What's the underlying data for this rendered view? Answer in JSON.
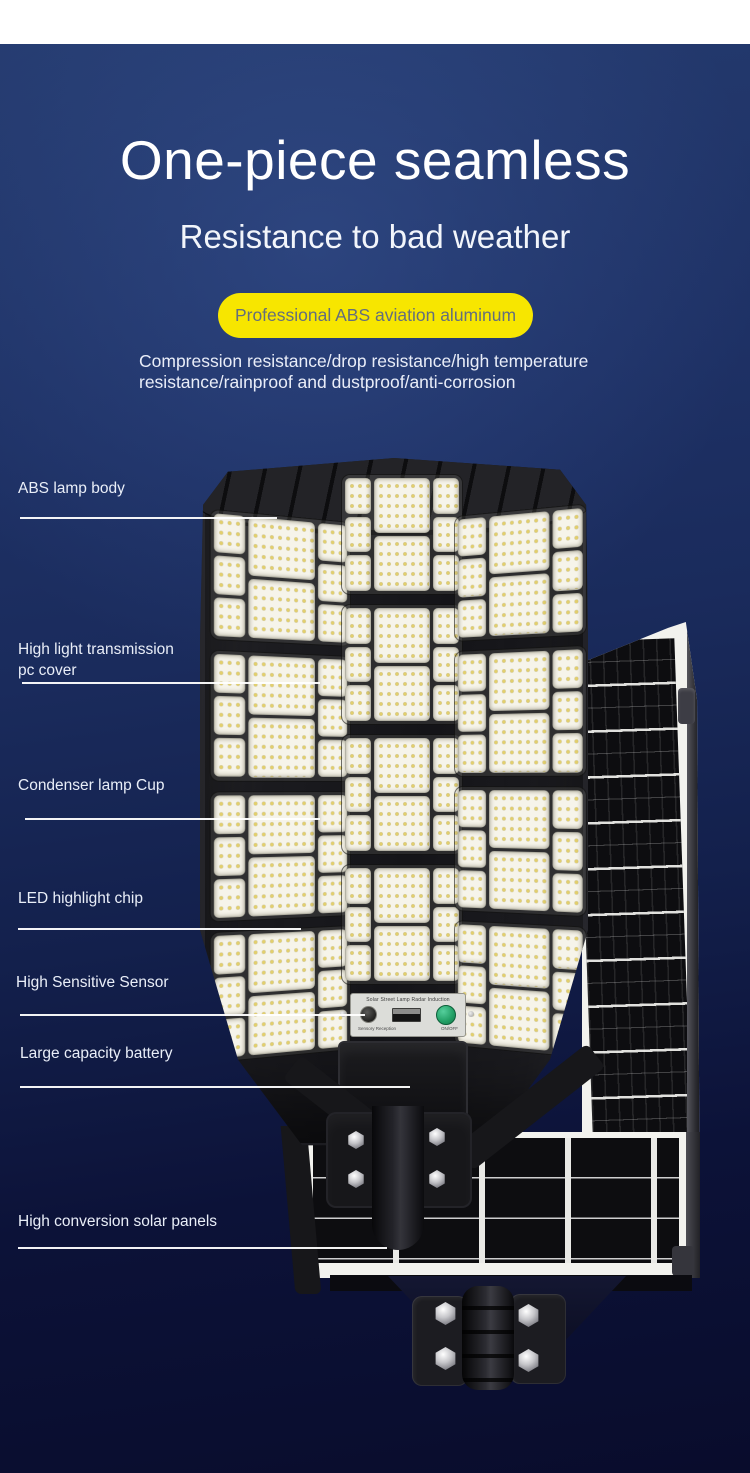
{
  "header": {
    "title": "One-piece seamless",
    "subtitle": "Resistance to bad weather",
    "badge_label": "Professional ABS aviation aluminum",
    "description": [
      "Compression resistance/drop resistance/high temperature",
      "resistance/rainproof and dustproof/anti-corrosion"
    ]
  },
  "callouts": [
    {
      "label": "ABS lamp body"
    },
    {
      "label": "High light transmission pc cover"
    },
    {
      "label": "Condenser lamp Cup"
    },
    {
      "label": "LED highlight chip"
    },
    {
      "label": "High Sensitive Sensor"
    },
    {
      "label": "Large capacity battery"
    },
    {
      "label": "High conversion solar panels"
    }
  ],
  "lamp": {
    "led_rows": 4,
    "led_columns": 3,
    "control_panel": {
      "title": "Solar Street Lamp Radar Induction",
      "sensor_label": "Sensory Reception",
      "power_label": "ON/OFF"
    }
  },
  "colors": {
    "background_navy": "#1d3066",
    "badge_yellow": "#f7e600",
    "badge_text": "#646e7c",
    "power_button_green": "#23a066",
    "panel_frame_white": "#f2f2ee",
    "callout_line_white": "#ffffff"
  }
}
